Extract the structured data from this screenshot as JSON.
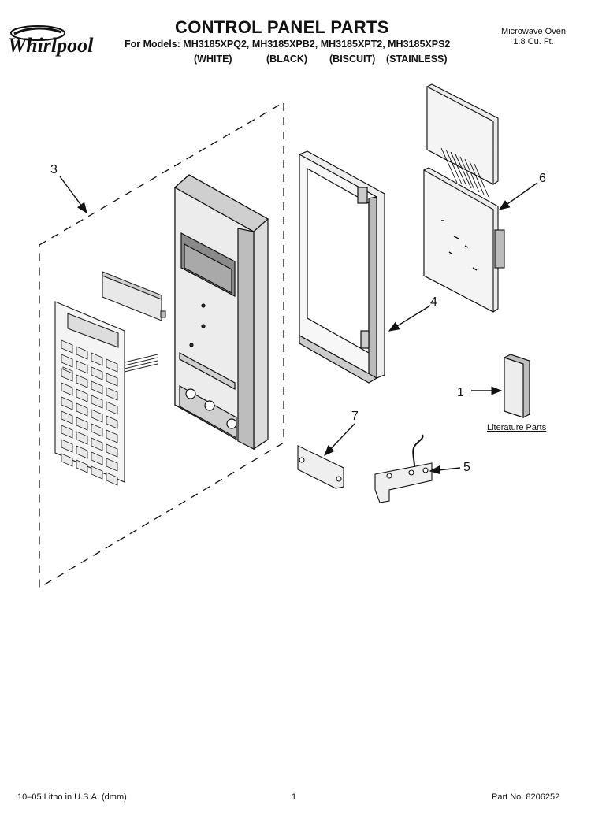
{
  "header": {
    "brand": "Whirlpool",
    "title": "CONTROL PANEL PARTS",
    "models_line": "For Models: MH3185XPQ2, MH3185XPB2, MH3185XPT2, MH3185XPS2",
    "colors": [
      "(WHITE)",
      "(BLACK)",
      "(BISCUIT)",
      "(STAINLESS)"
    ],
    "appliance": [
      "Microwave Oven",
      "1.8 Cu. Ft."
    ]
  },
  "callouts": [
    "3",
    "6",
    "4",
    "1",
    "7",
    "5"
  ],
  "literature_label": "Literature Parts",
  "footer": {
    "litho": "10–05 Litho in U.S.A. (dmm)",
    "page": "1",
    "part_no": "Part No. 8206252"
  }
}
